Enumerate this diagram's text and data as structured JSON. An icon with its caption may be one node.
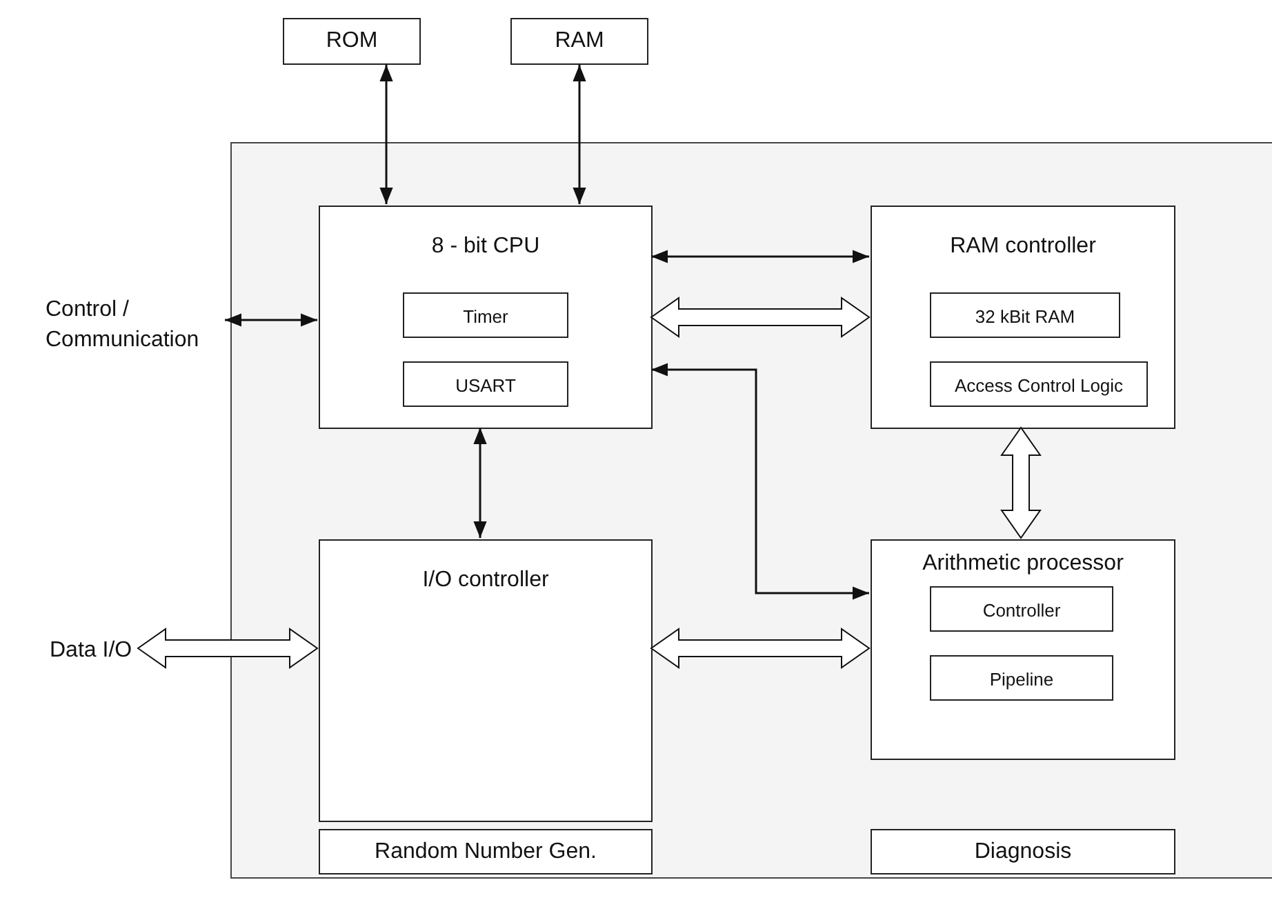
{
  "diagram": {
    "nodes": [
      {
        "text": [
          "ROM"
        ]
      },
      {
        "text": [
          "RAM"
        ]
      },
      {
        "text": [],
        "shape": "box"
      },
      {
        "text": [
          "8 - bit CPU"
        ],
        "in": 2
      },
      {
        "text": [
          "Timer"
        ],
        "in": 3
      },
      {
        "text": [
          "USART"
        ],
        "in": 3
      },
      {
        "text": [
          "RAM controller"
        ],
        "in": 2
      },
      {
        "text": [
          "32 kBit RAM"
        ],
        "in": 6
      },
      {
        "text": [
          "Access Control Logic"
        ],
        "in": 6
      },
      {
        "text": [
          "I/O controller"
        ],
        "in": 2
      },
      {
        "text": [
          "Arithmetic processor"
        ],
        "in": 2
      },
      {
        "text": [
          "Controller"
        ],
        "in": 10
      },
      {
        "text": [
          "Pipeline"
        ],
        "in": 10
      },
      {
        "text": [
          "Random Number Gen."
        ],
        "in": 2
      },
      {
        "text": [
          "Diagnosis"
        ],
        "in": 2
      },
      {
        "text": [
          "Control / Communication"
        ]
      },
      {
        "text": [
          "Data I/O"
        ]
      }
    ],
    "edges": [
      {
        "from": 0,
        "to": 3,
        "arrow": "both"
      },
      {
        "from": 1,
        "to": 3,
        "arrow": "both"
      },
      {
        "from": 3,
        "to": 6,
        "arrow": "both"
      },
      {
        "from": 3,
        "to": 6,
        "arrow": "both",
        "style": "thick"
      },
      {
        "from": 15,
        "to": 3,
        "arrow": "both"
      },
      {
        "from": 3,
        "to": 9,
        "arrow": "both"
      },
      {
        "from": 3,
        "to": 10,
        "arrow": "both"
      },
      {
        "from": 6,
        "to": 10,
        "arrow": "both",
        "style": "thick"
      },
      {
        "from": 16,
        "to": 9,
        "arrow": "both",
        "style": "thick"
      },
      {
        "from": 9,
        "to": 10,
        "arrow": "both",
        "style": "thick"
      }
    ]
  }
}
